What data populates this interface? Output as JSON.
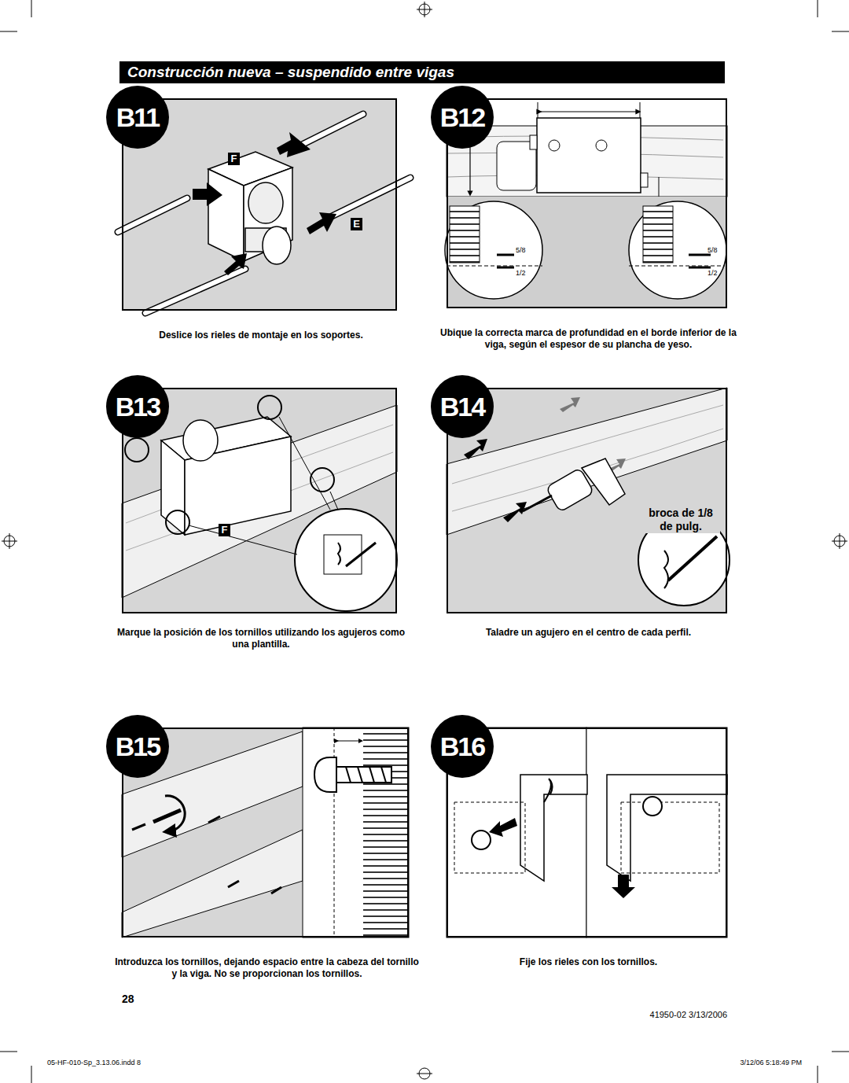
{
  "diagram": {
    "title": "Construcción nueva – suspendido entre vigas",
    "nodes": [
      {
        "text": [
          "B11",
          "Deslice los rieles de montaje en los soportes."
        ]
      },
      {
        "text": [
          "B12",
          "Ubique la correcta marca de profundidad en el borde inferior de la viga, según el espesor de su plancha de yeso."
        ]
      },
      {
        "text": [
          "B13",
          "Marque la posición de los tornillos utilizando los agujeros como una plantilla."
        ]
      },
      {
        "text": [
          "B14",
          "Taladre un agujero en el centro de cada perfil."
        ]
      },
      {
        "text": [
          "B15",
          "Introduzca los tornillos, dejando espacio entre la cabeza del tornillo y la viga. No se proporcionan los tornillos."
        ]
      },
      {
        "text": [
          "B16",
          "Fije los rieles con los tornillos."
        ]
      }
    ],
    "labels": [
      "F",
      "E",
      "5/8",
      "1/2",
      "5/8",
      "1/2",
      "F",
      "broca de 1/8 de pulg.",
      "28",
      "41950-02 3/13/2006",
      "05-HF-010-Sp_3.13.06.indd 8",
      "3/12/06 5:18:49 PM"
    ]
  }
}
